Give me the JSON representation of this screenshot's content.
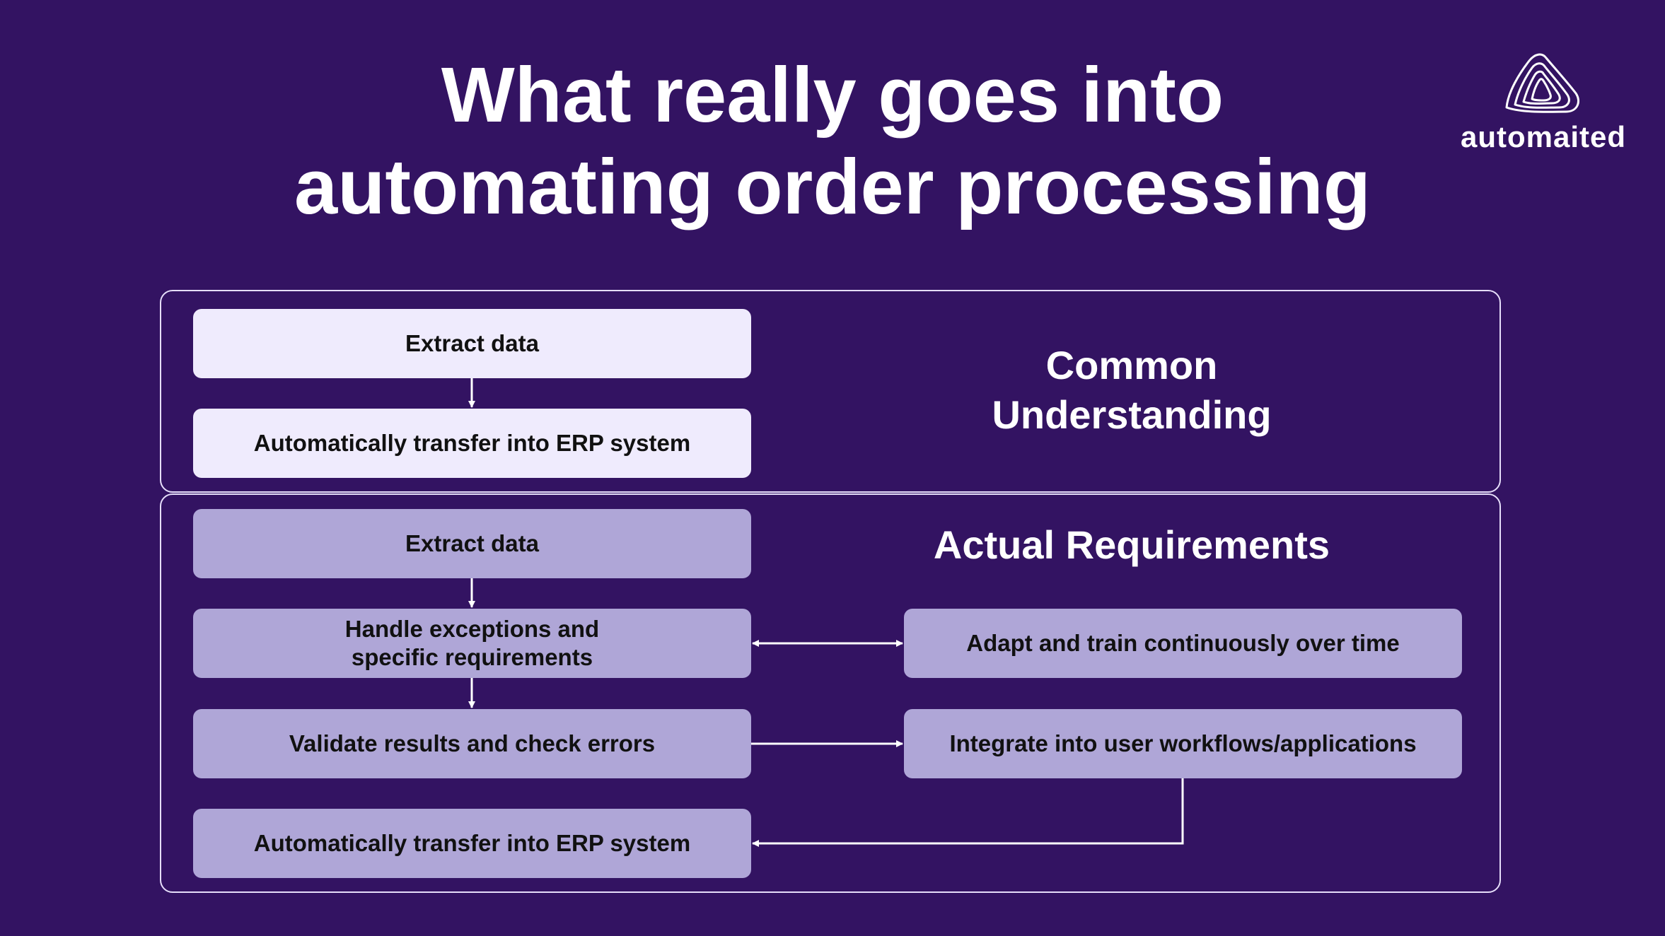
{
  "title": {
    "line1": "What really goes into",
    "line2": "automating order processing"
  },
  "logo": {
    "text": "automaited",
    "icon": "wave-layers-icon"
  },
  "common": {
    "label": "Common\nUnderstanding",
    "steps": [
      "Extract data",
      "Automatically transfer into ERP system"
    ]
  },
  "actual": {
    "label": "Actual Requirements",
    "steps": [
      "Extract data",
      "Handle exceptions and\n specific requirements",
      "Validate results and check errors",
      "Automatically transfer into ERP system"
    ],
    "side": [
      "Adapt and train continuously over time",
      "Integrate into user workflows/applications"
    ]
  },
  "colors": {
    "background": "#331362",
    "box_light": "#efebfd",
    "box_mid": "#afa6d7",
    "line": "#ffffff"
  }
}
